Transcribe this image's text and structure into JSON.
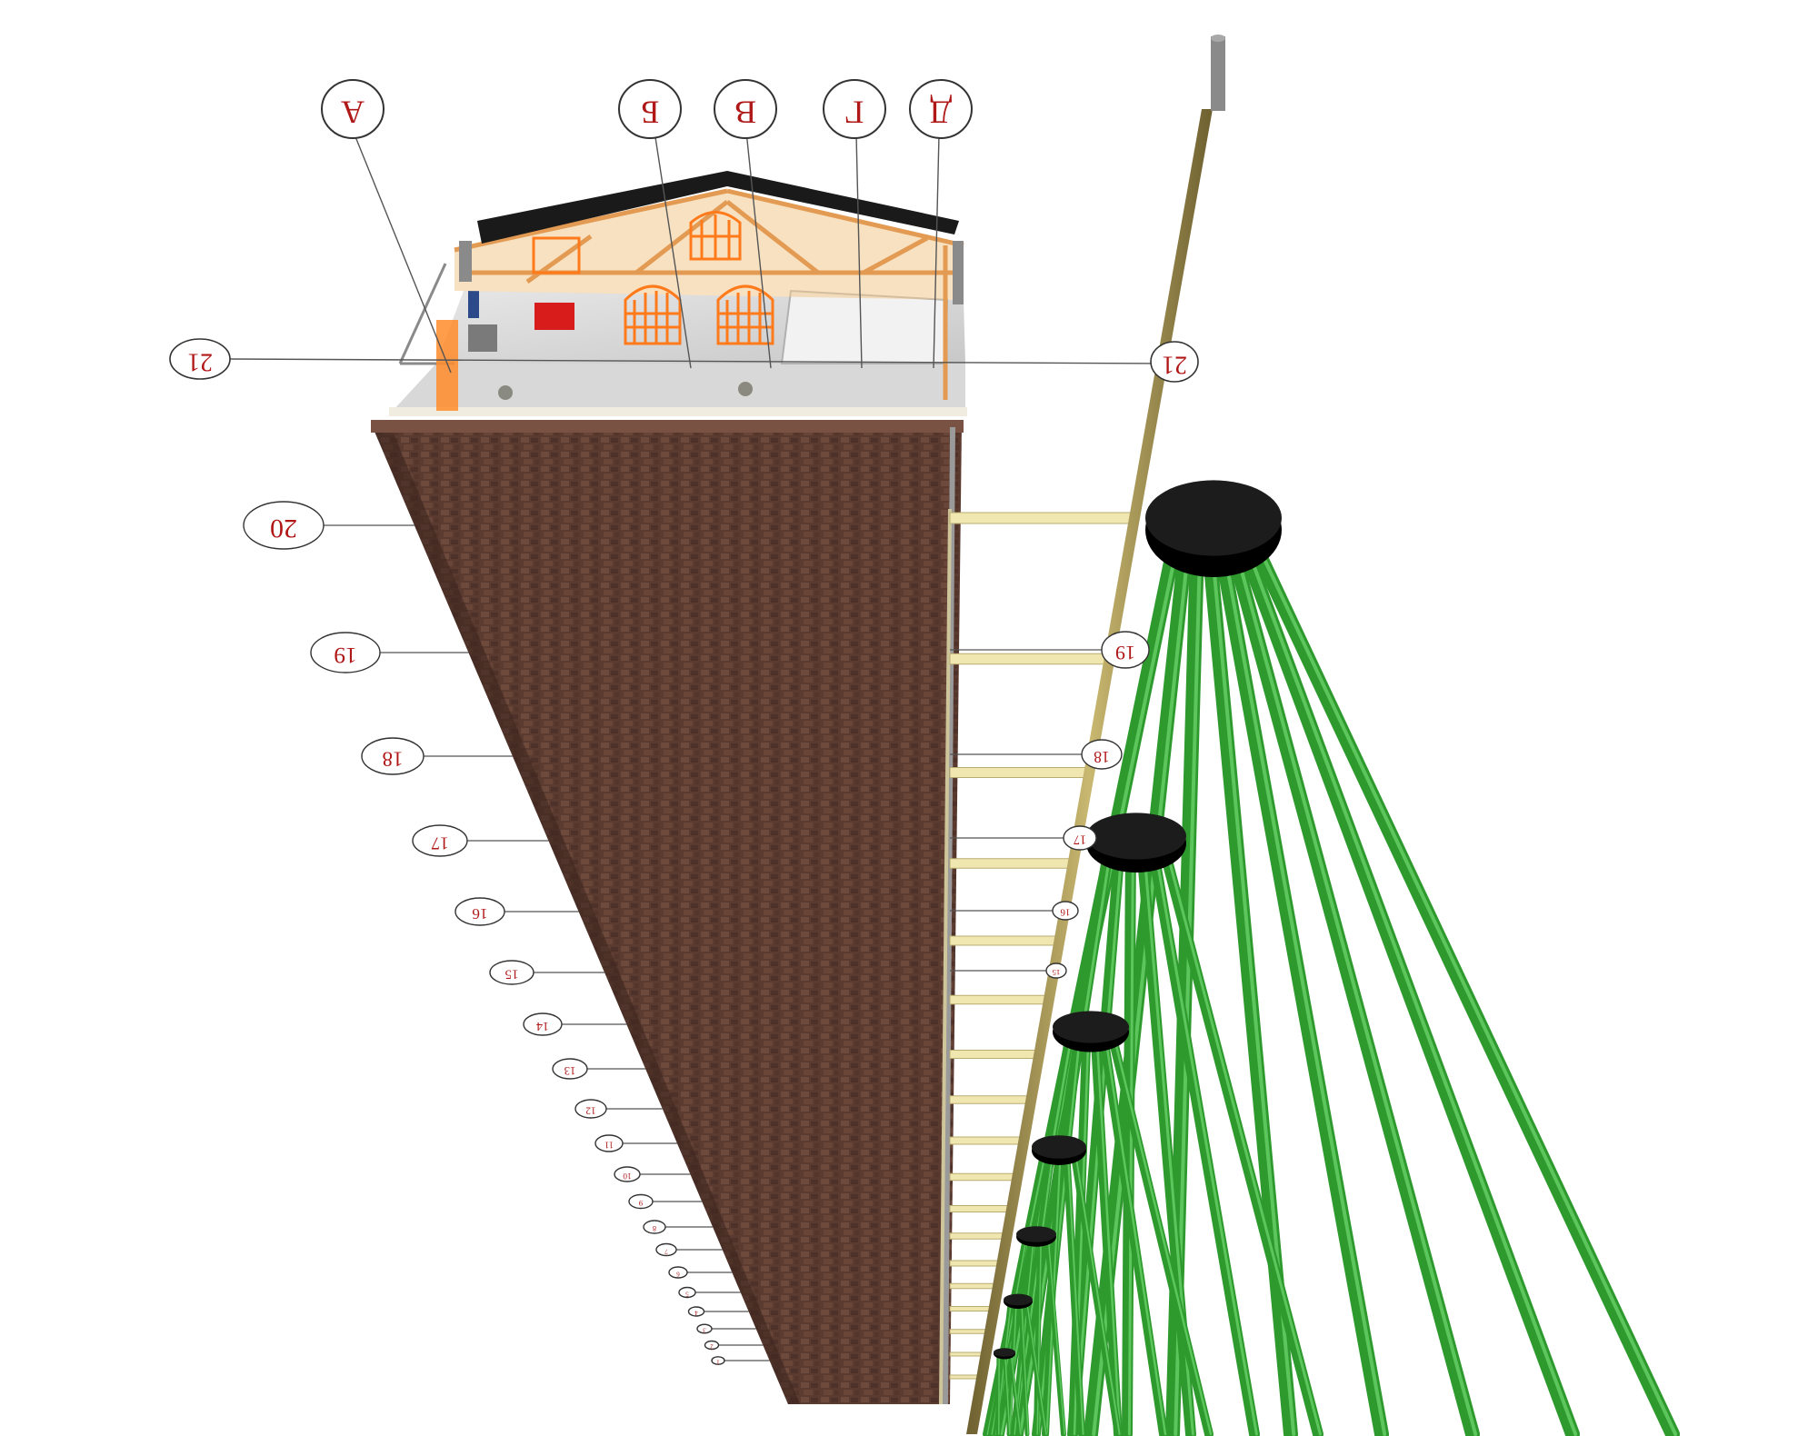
{
  "tower": {
    "wall_color": "#5a3a2e",
    "roof_color": "#1a1a1a",
    "timber_color": "#e8a860",
    "frame_color": "#ff7a1a",
    "floor_color": "#dcdcdc",
    "equipment_color": "#d81c1c",
    "ladder_color": "#f0e6b0",
    "pole_color": "#8c7a3a",
    "pile_color": "#2e9a2e",
    "pile_cap_color": "#111111"
  },
  "axis_tags": [
    {
      "id": "a",
      "label": "A"
    },
    {
      "id": "b1",
      "label": "Б"
    },
    {
      "id": "v",
      "label": "В"
    },
    {
      "id": "g",
      "label": "Г"
    },
    {
      "id": "d",
      "label": "Д"
    }
  ],
  "level_left_top": {
    "label": "21"
  },
  "level_right_top": {
    "label": "21"
  },
  "levels_left": [
    {
      "label": "20"
    },
    {
      "label": "19"
    },
    {
      "label": "18"
    },
    {
      "label": "17"
    },
    {
      "label": "16"
    },
    {
      "label": "15"
    },
    {
      "label": "14"
    },
    {
      "label": "13"
    },
    {
      "label": "12"
    },
    {
      "label": "11"
    },
    {
      "label": "10"
    },
    {
      "label": "9"
    },
    {
      "label": "8"
    },
    {
      "label": "7"
    },
    {
      "label": "6"
    },
    {
      "label": "5"
    },
    {
      "label": "4"
    },
    {
      "label": "3"
    },
    {
      "label": "2"
    },
    {
      "label": "1"
    }
  ],
  "levels_right": [
    {
      "label": "19"
    },
    {
      "label": "18"
    },
    {
      "label": "17"
    },
    {
      "label": "16"
    },
    {
      "label": "15"
    }
  ]
}
